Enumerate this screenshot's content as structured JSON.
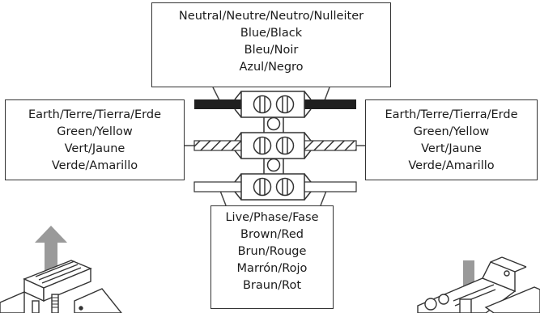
{
  "labels": {
    "neutral": [
      "Neutral/Neutre/Neutro/Nulleiter",
      "Blue/Black",
      "Bleu/Noir",
      "Azul/Negro"
    ],
    "earth_left": [
      "Earth/Terre/Tierra/Erde",
      "Green/Yellow",
      "Vert/Jaune",
      "Verde/Amarillo"
    ],
    "earth_right": [
      "Earth/Terre/Tierra/Erde",
      "Green/Yellow",
      "Vert/Jaune",
      "Verde/Amarillo"
    ],
    "live": [
      "Live/Phase/Fase",
      "Brown/Red",
      "Brun/Rouge",
      "Marrón/Rojo",
      "Braun/Rot"
    ]
  },
  "colors": {
    "neutral_wire": "#1f1f1f",
    "earth_wire": "hatched",
    "live_wire": "#ffffff",
    "arrow": "#9a9a9a",
    "line": "#333333"
  },
  "icons": [
    "screw-terminal-icon",
    "arrow-up-icon",
    "arrow-down-icon",
    "fixture-bracket-icon"
  ]
}
